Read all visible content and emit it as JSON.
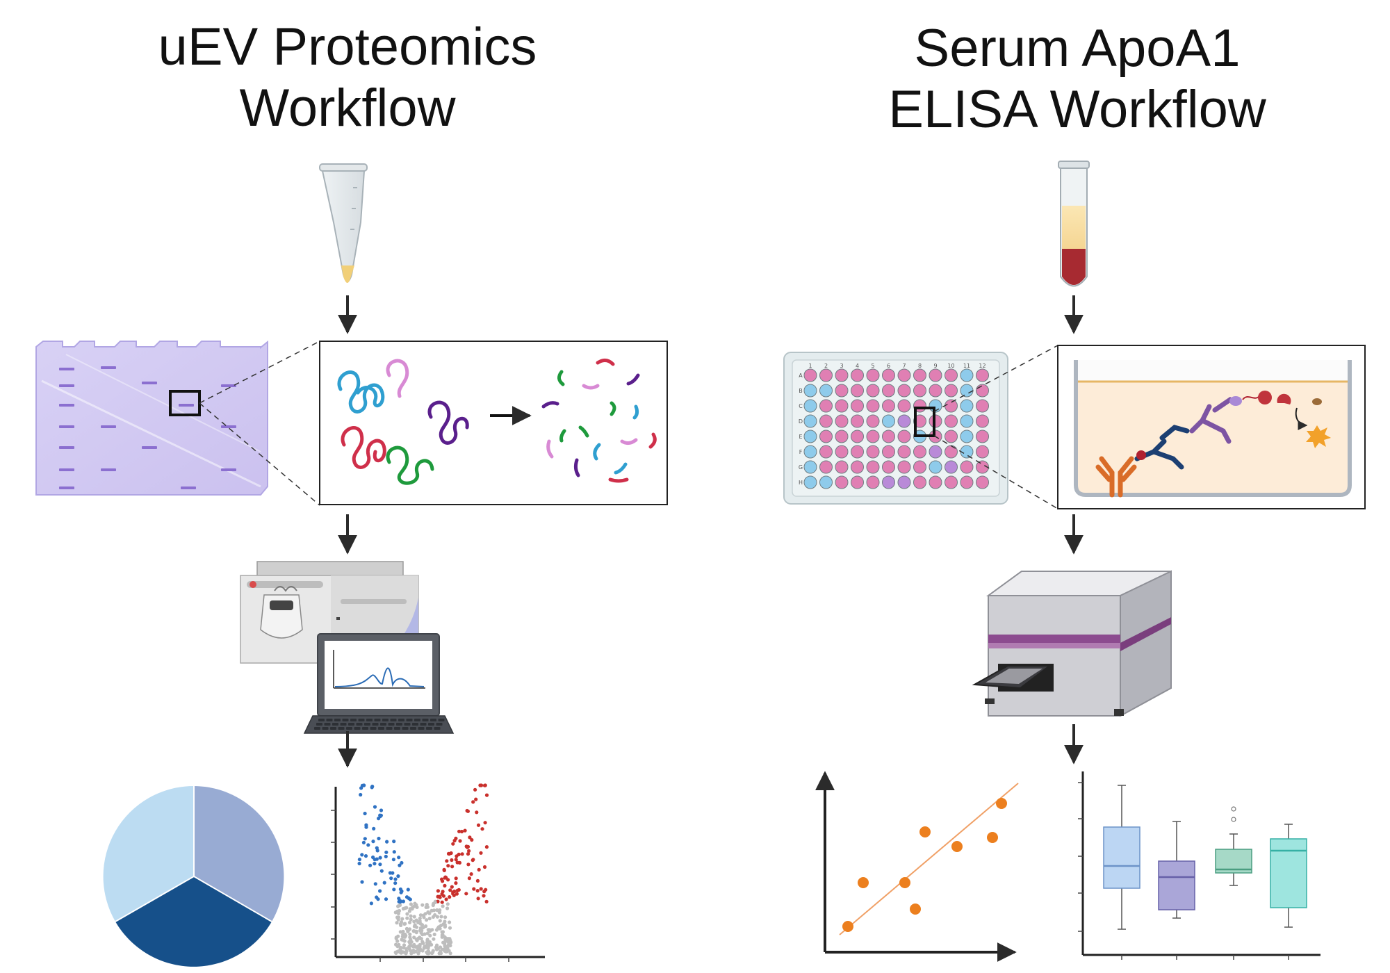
{
  "left_title": {
    "line1": "uEV Proteomics",
    "line2": "Workflow"
  },
  "right_title": {
    "line1": "Serum ApoA1",
    "line2": "ELISA Workflow"
  },
  "plate": {
    "columns": [
      "1",
      "2",
      "3",
      "4",
      "5",
      "6",
      "7",
      "8",
      "9",
      "10",
      "11",
      "12"
    ],
    "rows": [
      "A",
      "B",
      "C",
      "D",
      "E",
      "F",
      "G",
      "H"
    ],
    "colors": {
      "pink": "#e07fb3",
      "blue": "#8ecbeb",
      "purple": "#b98ad8"
    }
  },
  "colors": {
    "arrow": "#2b2b2b",
    "gel": "#d4ccf3",
    "gel_band": "#8b6fd0",
    "pie": [
      "#98abd3",
      "#16508a",
      "#bcdcf2"
    ],
    "volcano_down": "#2f72c3",
    "volcano_up": "#c9302c",
    "volcano_ns": "#bdbdbd",
    "scatter_point": "#ec7f1e",
    "plate_reader_stripe": "#8c4b8f"
  },
  "icons": [
    "urine-tube-icon",
    "blood-tube-icon",
    "gel-icon",
    "protein-digestion-icon",
    "mass-spectrometer-icon",
    "laptop-chromatogram-icon",
    "pie-chart-icon",
    "volcano-plot-icon",
    "well-plate-icon",
    "elisa-well-icon",
    "plate-reader-icon",
    "scatter-plot-icon",
    "box-plot-icon"
  ]
}
